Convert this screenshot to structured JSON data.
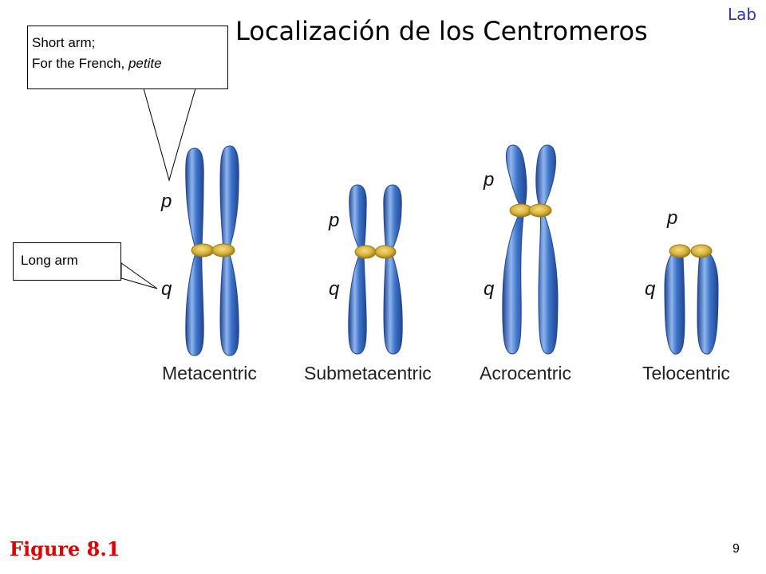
{
  "slide": {
    "title": "Localización de los Centromeros",
    "corner_label": "Lab",
    "figure_label": "Figure 8.1",
    "page_number": "9"
  },
  "callouts": {
    "short_arm": {
      "line1": "Short arm;",
      "line2_prefix": "For the French, ",
      "line2_italic": "petite"
    },
    "long_arm": {
      "text": "Long arm"
    }
  },
  "chromosomes": [
    {
      "type": "Metacentric",
      "p_label": "p",
      "q_label": "q"
    },
    {
      "type": "Submetacentric",
      "p_label": "p",
      "q_label": "q"
    },
    {
      "type": "Acrocentric",
      "p_label": "p",
      "q_label": "q"
    },
    {
      "type": "Telocentric",
      "p_label": "p",
      "q_label": "q"
    }
  ],
  "colors": {
    "chromatid": "#3f74c9",
    "chromatid_highlight": "#8fb5ee",
    "chromatid_shadow": "#1f4591",
    "centromere": "#d9b43a",
    "centromere_edge": "#9a7a1a",
    "title": "#000000",
    "lab": "#3333aa",
    "figure_label": "#dd0000"
  }
}
